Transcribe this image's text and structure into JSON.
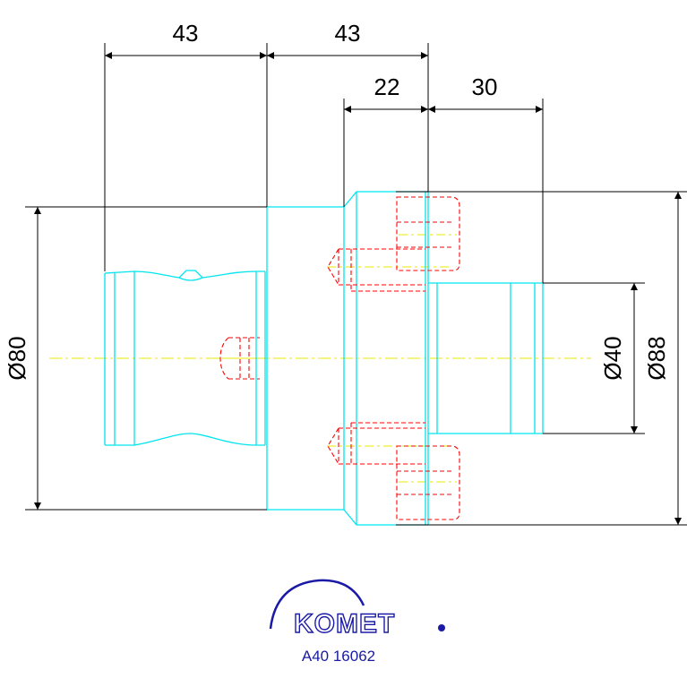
{
  "dimensions": {
    "width_left": "43",
    "width_middle": "43",
    "flange_width": "22",
    "spigot_length": "30",
    "diameter_left": "Ø80",
    "diameter_spigot": "Ø40",
    "diameter_flange": "Ø88"
  },
  "logo": {
    "brand": "KOMET",
    "part_number": "A40 16062"
  },
  "colors": {
    "outline": "#00e5ee",
    "hidden": "#ff0000",
    "centerline": "#e8e800",
    "dimension": "#000000",
    "logo": "#1a1aa6"
  }
}
